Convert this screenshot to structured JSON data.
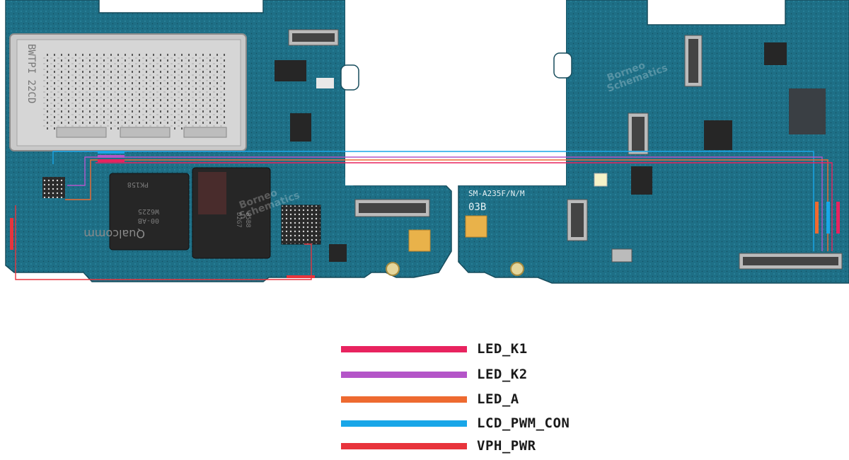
{
  "board": {
    "silk_model": "SM-A235F/N/M",
    "silk_rev": "03B",
    "sim_tray_text": "BWTPI 22CD",
    "chip_brand": "Qualcomm",
    "chip_marks": [
      "PK158",
      "W6225",
      "00-AB"
    ],
    "memory_marks": [
      "D2G7",
      "B5B8"
    ],
    "watermark": [
      "Borneo",
      "Schematics"
    ]
  },
  "legend": [
    {
      "label": "LED_K1",
      "color": "#e8235f"
    },
    {
      "label": "LED_K2",
      "color": "#b455c8"
    },
    {
      "label": "LED_A",
      "color": "#ee6a30"
    },
    {
      "label": "LCD_PWM_CON",
      "color": "#19a6e8"
    },
    {
      "label": "VPH_PWR",
      "color": "#e8343c"
    }
  ],
  "colors": {
    "pcb": "#1e6f86",
    "pcb_dark": "#15566a",
    "shield": "#c9c9c9",
    "chip": "#262626"
  }
}
